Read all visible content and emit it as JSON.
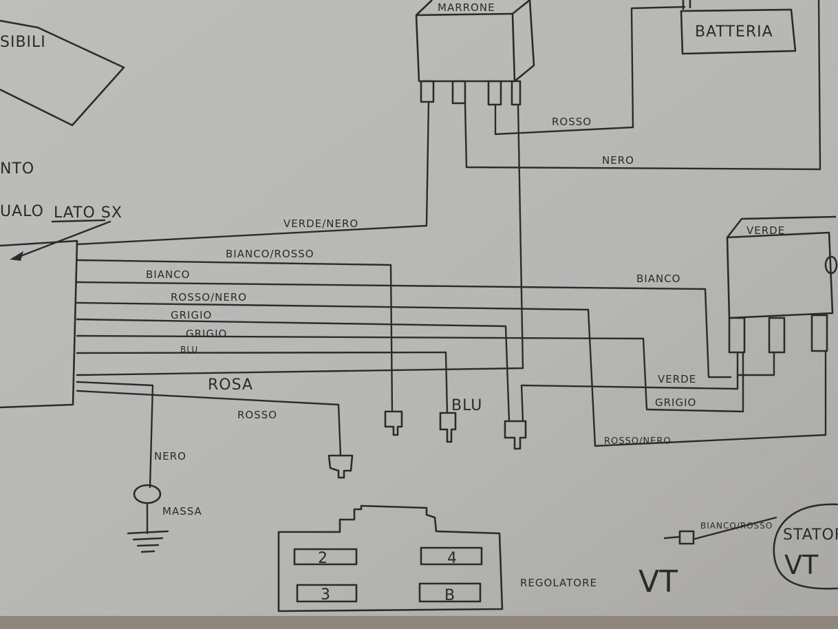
{
  "labels": {
    "partial_top_left": "SIBILI",
    "partial_mid_left": "NTO",
    "partial_lato": "UALO",
    "lato_sx": "LATO SX",
    "marrone": "MARRONE",
    "batteria": "BATTERIA",
    "rosso_top": "ROSSO",
    "nero_top": "NERO",
    "verde_nero": "VERDE/NERO",
    "bianco_rosso": "BIANCO/ROSSO",
    "bianco_left": "BIANCO",
    "rosso_nero_left": "ROSSO/NERO",
    "grigio_1": "GRIGIO",
    "grigio_2": "GRIGIO",
    "blu_small": "BLU",
    "rosa": "ROSA",
    "rosso_bottom": "ROSSO",
    "blu_big": "BLU",
    "verde_box": "VERDE",
    "bianco_right": "BIANCO",
    "verde_right": "VERDE",
    "grigio_right": "GRIGIO",
    "rosso_nero_right": "ROSSO/NERO",
    "nero_bottom": "NERO",
    "massa": "MASSA",
    "regolatore": "REGOLATORE",
    "regolatore_vt": "VT",
    "bianco_rosso_stat": "BIANCO/ROSSO",
    "statore": "STATORE",
    "statore_vt": "VT"
  },
  "connector_pins": {
    "pin_2": "2",
    "pin_4": "4",
    "pin_3": "3",
    "pin_b": "B"
  },
  "colors": {
    "paper": "#b9b9b6",
    "ink": "#2b2b2b"
  }
}
